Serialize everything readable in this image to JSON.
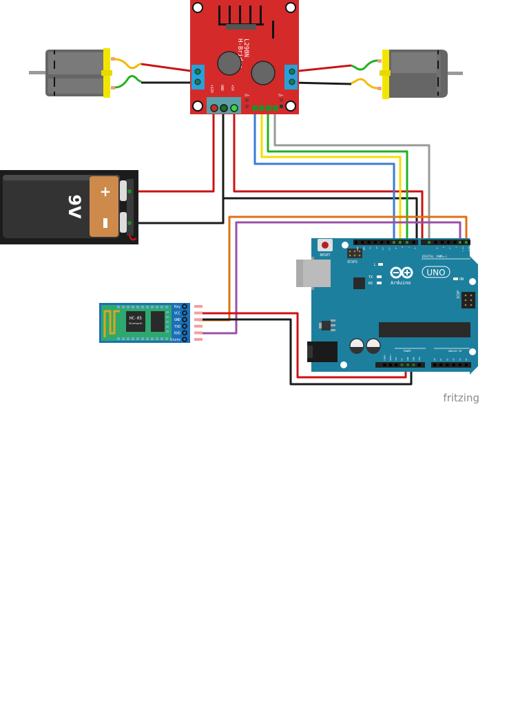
{
  "diagram": {
    "watermark": "fritzing",
    "hbridge": {
      "title_line1": "L298N",
      "title_line2": "H-Bridge",
      "pin_12v": "+12V",
      "pin_gnd": "GND",
      "pin_5v": "+5V",
      "jumper_left": "5V+",
      "jumper_right": "5V+",
      "color": "#d42a2a"
    },
    "battery": {
      "voltage_label": "9V",
      "plus": "+",
      "minus": "-"
    },
    "bluetooth": {
      "chip_label": "HC-05",
      "chip_sub": "Bluetooth",
      "pins": [
        "Key",
        "VCC",
        "GND",
        "TXD",
        "RXD",
        "State"
      ],
      "color": "#1b6fb7"
    },
    "arduino": {
      "brand": "Arduino",
      "model": "UNO",
      "reset": "RESET",
      "icsp2": "ICSP2",
      "icsp": "ICSP",
      "led_l": "L",
      "led_tx": "TX",
      "led_rx": "RX",
      "led_on": "ON",
      "digital_label": "DIGITAL (PWM=~)",
      "power_label": "POWER",
      "analog_label": "ANALOG IN",
      "top_pins": [
        "AREF",
        "GND",
        "13",
        "12",
        "~11",
        "~10",
        "~9",
        "8",
        "7",
        "~6",
        "~5",
        "4",
        "~3",
        "2",
        "TX 1",
        "RX 0"
      ],
      "power_pins": [
        "IOREF",
        "RESET",
        "3V3",
        "5V",
        "GND",
        "GND",
        "VIN"
      ],
      "analog_pins": [
        "A0",
        "A1",
        "A2",
        "A3",
        "A4",
        "A5"
      ],
      "color": "#1d7f9e"
    },
    "wire_colors": {
      "red": "#cc1111",
      "black": "#1a1a1a",
      "blue": "#3a7bd5",
      "yellow": "#f0e000",
      "green": "#22b022",
      "gray": "#999999",
      "orange": "#e07010",
      "purple": "#9b4fa8"
    }
  }
}
